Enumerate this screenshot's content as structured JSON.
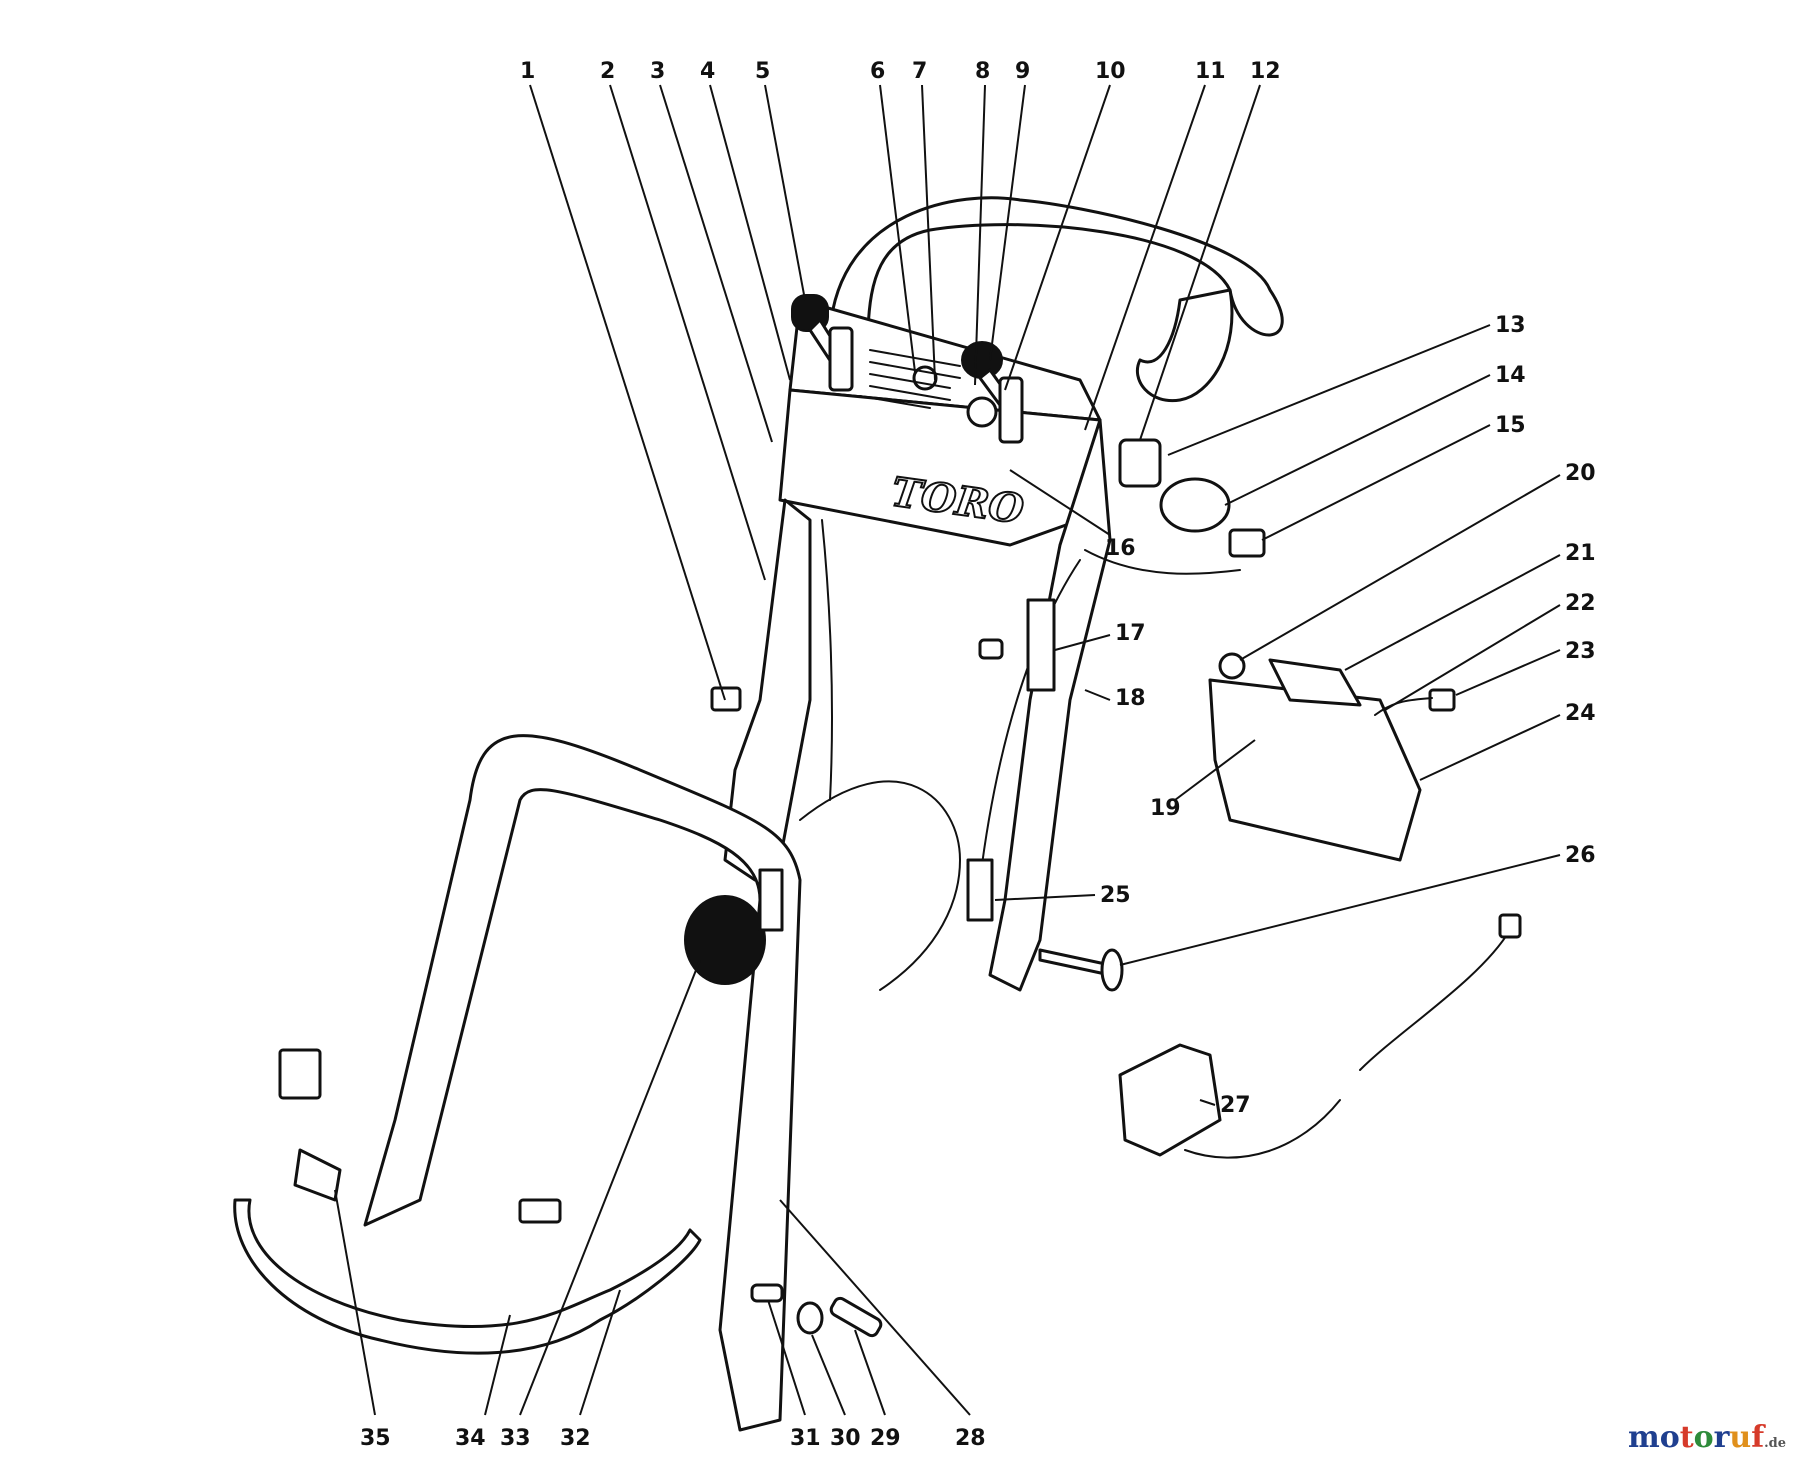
{
  "diagram": {
    "callouts": [
      "1",
      "2",
      "3",
      "4",
      "5",
      "6",
      "7",
      "8",
      "9",
      "10",
      "11",
      "12",
      "13",
      "14",
      "15",
      "16",
      "17",
      "18",
      "19",
      "20",
      "21",
      "22",
      "23",
      "24",
      "25",
      "26",
      "27",
      "28",
      "29",
      "30",
      "31",
      "32",
      "33",
      "34",
      "35"
    ],
    "brand_label": "TORO",
    "watermark": {
      "name": "motoruf",
      "suffix": ".de"
    },
    "colors": {
      "ink": "#111111",
      "paper": "#ffffff",
      "wm_blue": "#1f3f8f",
      "wm_red": "#d63a2a",
      "wm_green": "#2e8b3a",
      "wm_orange": "#e0901c"
    }
  }
}
